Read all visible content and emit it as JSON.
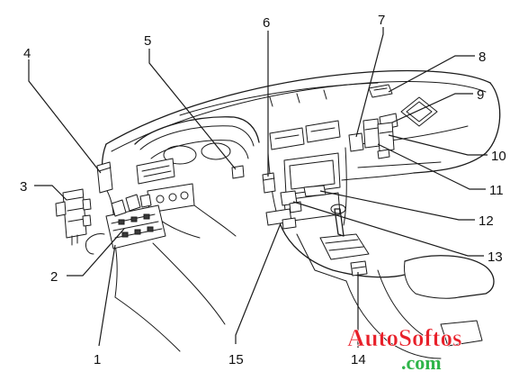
{
  "callouts": [
    {
      "label": "1"
    },
    {
      "label": "2"
    },
    {
      "label": "3"
    },
    {
      "label": "4"
    },
    {
      "label": "5"
    },
    {
      "label": "6"
    },
    {
      "label": "7"
    },
    {
      "label": "8"
    },
    {
      "label": "9"
    },
    {
      "label": "10"
    },
    {
      "label": "11"
    },
    {
      "label": "12"
    },
    {
      "label": "13"
    },
    {
      "label": "14"
    },
    {
      "label": "15"
    }
  ],
  "watermark": {
    "line1": "AutoSoftos",
    "line2": ".com",
    "color_primary": "#e8202a",
    "color_secondary": "#2fb54a"
  }
}
